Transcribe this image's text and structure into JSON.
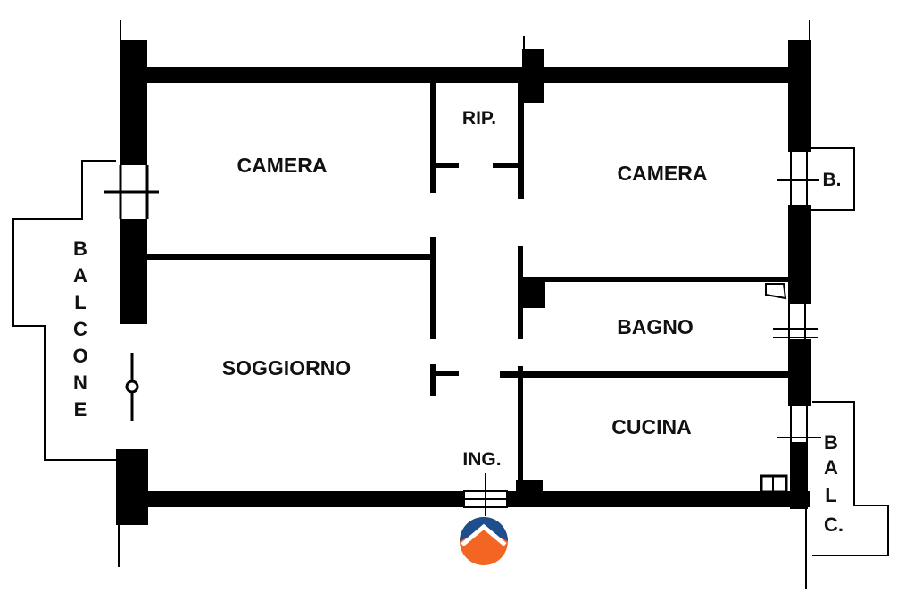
{
  "rooms": {
    "camera_left": "CAMERA",
    "rip": "RIP.",
    "camera_right": "CAMERA",
    "b": "B.",
    "bagno": "BAGNO",
    "soggiorno": "SOGGIORNO",
    "cucina": "CUCINA",
    "ing": "ING."
  },
  "balcone_letters": [
    "B",
    "A",
    "L",
    "C",
    "O",
    "N",
    "E"
  ],
  "balc_letters": [
    "B",
    "A",
    "L",
    "C."
  ],
  "colors": {
    "logo_orange": "#f26522",
    "logo_blue": "#1f4e8c"
  },
  "icons": {
    "logo": "brand-logo-icon"
  }
}
